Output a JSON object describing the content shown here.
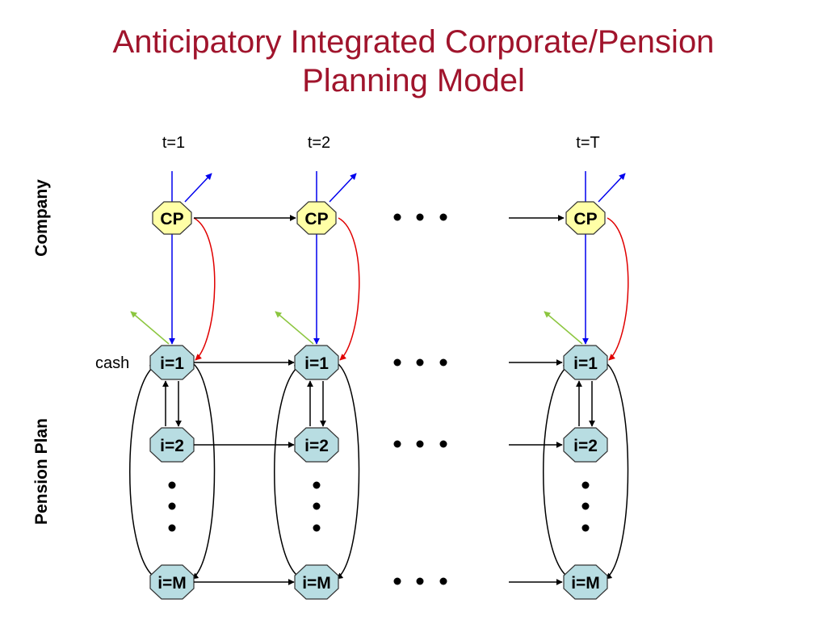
{
  "title": {
    "line1": "Anticipatory Integrated Corporate/Pension",
    "line2": "Planning Model"
  },
  "columns": [
    "t=1",
    "t=2",
    "t=T"
  ],
  "rows": {
    "company": "Company",
    "pension": "Pension Plan"
  },
  "nodes": {
    "company": "CP",
    "assets": [
      "i=1",
      "i=2",
      "i=M"
    ]
  },
  "cash_label": "cash",
  "colors": {
    "title": "#A0142C",
    "company_node_fill": "#FFFFA6",
    "asset_node_fill": "#B8DDE2",
    "blue_arrow": "#0000EE",
    "red_arrow": "#E00000",
    "green_arrow": "#8CC63F",
    "black_arrow": "#000000"
  }
}
